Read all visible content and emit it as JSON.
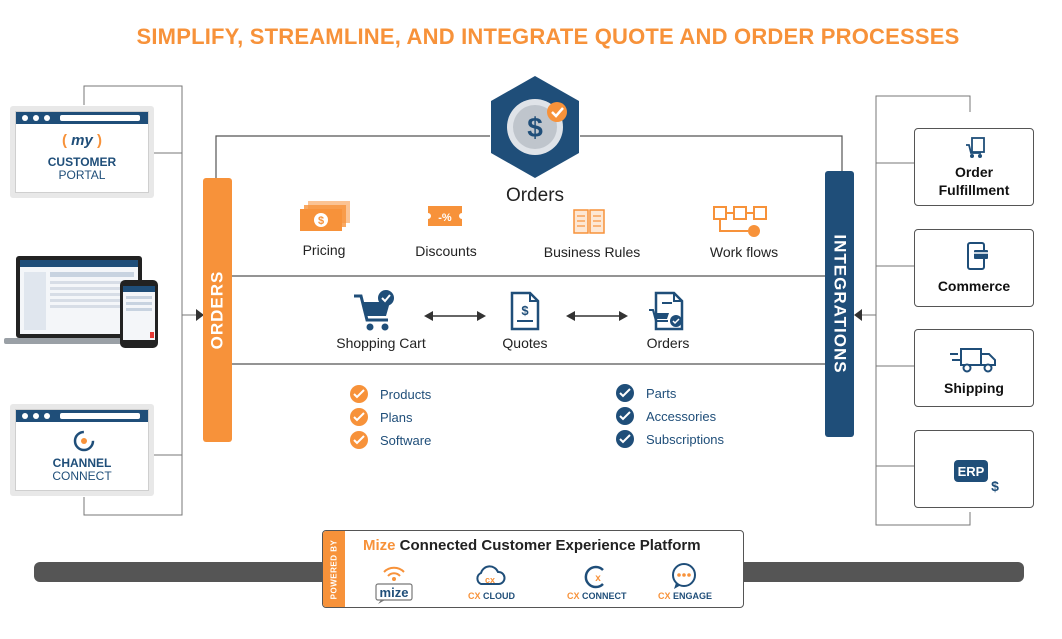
{
  "title": "SIMPLIFY, STREAMLINE, AND INTEGRATE QUOTE AND ORDER PROCESSES",
  "left_panels": {
    "customer_portal": {
      "badge": "my",
      "line1": "CUSTOMER",
      "line2": "PORTAL"
    },
    "channel_connect": {
      "line1": "CHANNEL",
      "line2": "CONNECT"
    }
  },
  "orders_bar": "ORDERS",
  "integrations_bar": "INTEGRATIONS",
  "hub": {
    "label": "Orders"
  },
  "features": [
    {
      "icon": "money-icon",
      "label": "Pricing"
    },
    {
      "icon": "discount-tag-icon",
      "label": "Discounts"
    },
    {
      "icon": "rules-book-icon",
      "label": "Business Rules"
    },
    {
      "icon": "workflow-icon",
      "label": "Work flows"
    }
  ],
  "flow": [
    {
      "icon": "shopping-cart-icon",
      "label": "Shopping Cart"
    },
    {
      "icon": "quote-document-icon",
      "label": "Quotes"
    },
    {
      "icon": "order-document-icon",
      "label": "Orders"
    }
  ],
  "checklist_left": [
    "Products",
    "Plans",
    "Software"
  ],
  "checklist_right": [
    "Parts",
    "Accessories",
    "Subscriptions"
  ],
  "integrations": [
    {
      "icon": "fulfillment-icon",
      "line1": "Order",
      "line2": "Fulfillment"
    },
    {
      "icon": "commerce-icon",
      "line1": "Commerce",
      "line2": ""
    },
    {
      "icon": "shipping-truck-icon",
      "line1": "Shipping",
      "line2": ""
    },
    {
      "icon": "erp-icon",
      "line1": "",
      "line2": "",
      "logo_text": "ERP"
    }
  ],
  "platform": {
    "powered_by": "POWERED BY",
    "brand": "Mize",
    "title_rest": " Connected Customer Experience Platform",
    "logos": [
      {
        "icon": "mize-logo-icon",
        "text": "mize"
      },
      {
        "icon": "cx-cloud-icon",
        "prefix": "CX",
        "text": " CLOUD"
      },
      {
        "icon": "cx-connect-icon",
        "prefix": "CX",
        "text": " CONNECT"
      },
      {
        "icon": "cx-engage-icon",
        "prefix": "CX",
        "text": " ENGAGE"
      }
    ]
  },
  "colors": {
    "orange": "#f7923a",
    "navy": "#1f4e79",
    "gray_bar": "#555555"
  }
}
